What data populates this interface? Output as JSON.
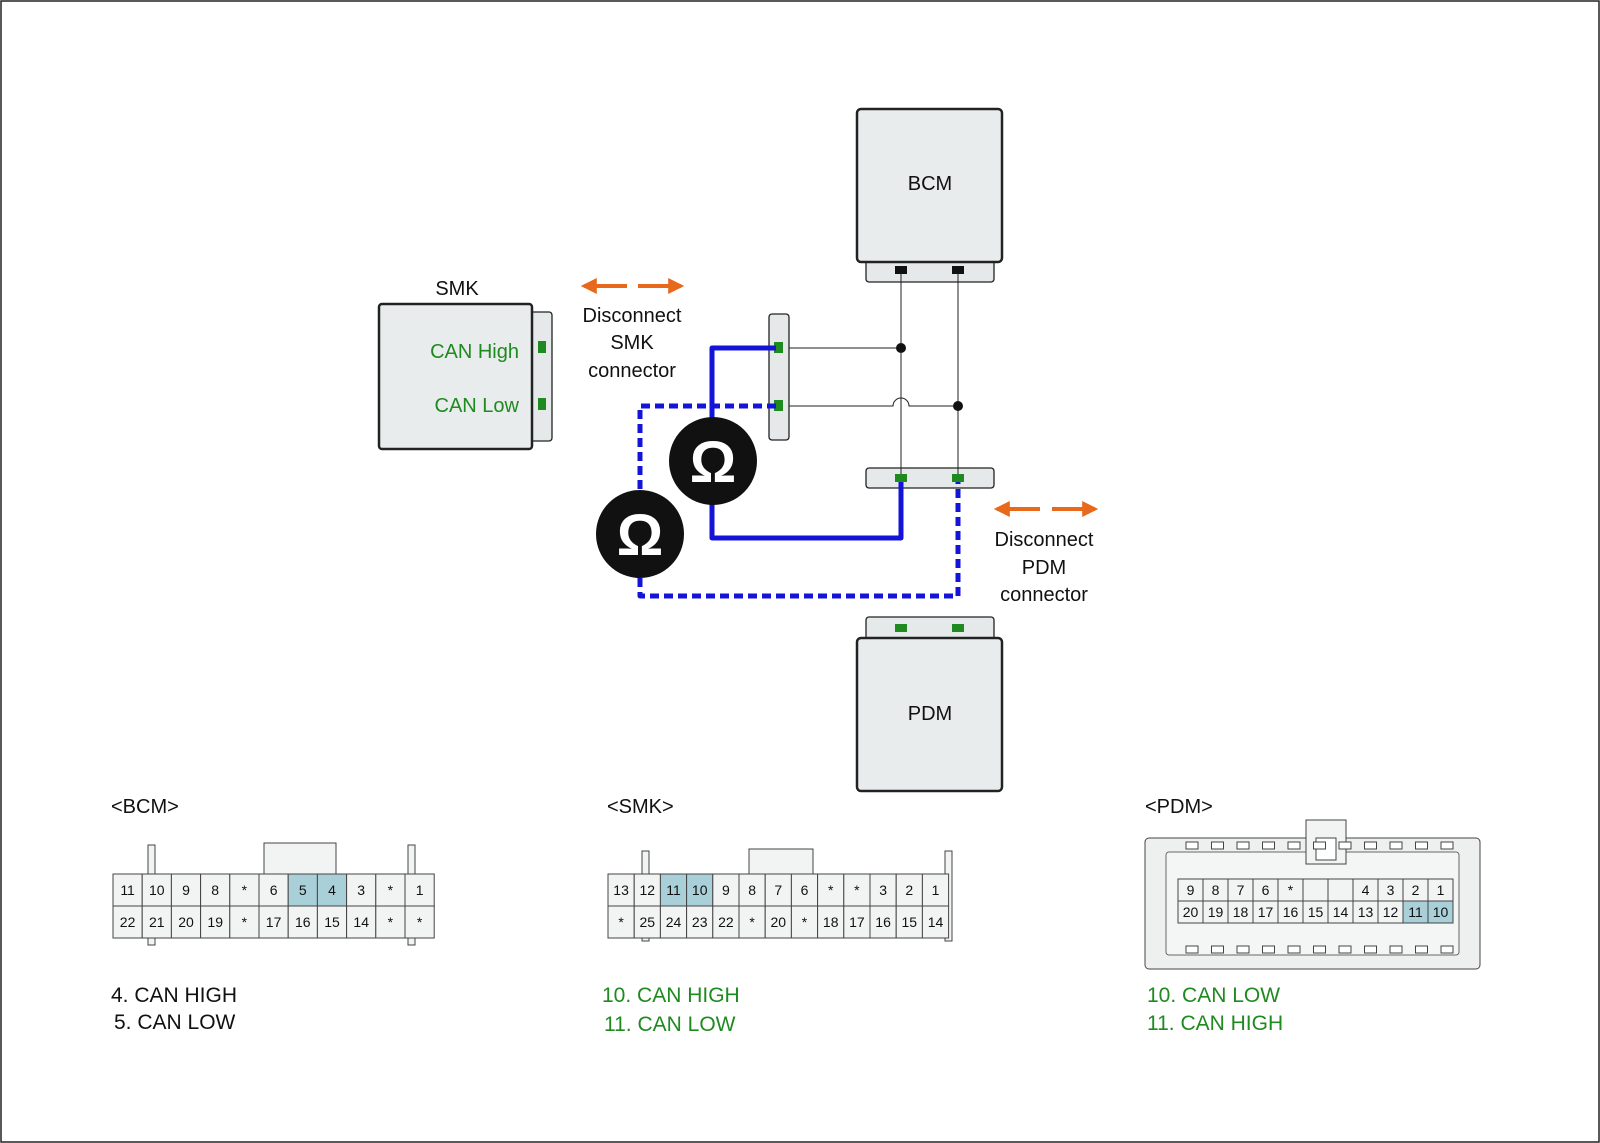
{
  "modules": {
    "bcm": {
      "label": "BCM"
    },
    "smk": {
      "label": "SMK",
      "can_high": "CAN High",
      "can_low": "CAN Low"
    },
    "pdm": {
      "label": "PDM"
    }
  },
  "instructions": {
    "smk": [
      "Disconnect",
      "SMK",
      "connector"
    ],
    "pdm": [
      "Disconnect",
      "PDM",
      "connector"
    ]
  },
  "meter_symbol": "Ω",
  "connectors": {
    "bcm": {
      "title": "<BCM>",
      "row1": [
        {
          "t": "11",
          "hl": false
        },
        {
          "t": "10",
          "hl": false
        },
        {
          "t": "9",
          "hl": false
        },
        {
          "t": "8",
          "hl": false
        },
        {
          "t": "*",
          "hl": false
        },
        {
          "t": "6",
          "hl": false
        },
        {
          "t": "5",
          "hl": true
        },
        {
          "t": "4",
          "hl": true
        },
        {
          "t": "3",
          "hl": false
        },
        {
          "t": "*",
          "hl": false
        },
        {
          "t": "1",
          "hl": false
        }
      ],
      "row2": [
        {
          "t": "22",
          "hl": false
        },
        {
          "t": "21",
          "hl": false
        },
        {
          "t": "20",
          "hl": false
        },
        {
          "t": "19",
          "hl": false
        },
        {
          "t": "*",
          "hl": false
        },
        {
          "t": "17",
          "hl": false
        },
        {
          "t": "16",
          "hl": false
        },
        {
          "t": "15",
          "hl": false
        },
        {
          "t": "14",
          "hl": false
        },
        {
          "t": "*",
          "hl": false
        },
        {
          "t": "*",
          "hl": false
        }
      ],
      "legend": [
        "4. CAN HIGH",
        "5. CAN LOW"
      ],
      "legend_color": "#111111"
    },
    "smk": {
      "title": "<SMK>",
      "row1": [
        {
          "t": "13",
          "hl": false
        },
        {
          "t": "12",
          "hl": false
        },
        {
          "t": "11",
          "hl": true
        },
        {
          "t": "10",
          "hl": true
        },
        {
          "t": "9",
          "hl": false
        },
        {
          "t": "8",
          "hl": false
        },
        {
          "t": "7",
          "hl": false
        },
        {
          "t": "6",
          "hl": false
        },
        {
          "t": "*",
          "hl": false
        },
        {
          "t": "*",
          "hl": false
        },
        {
          "t": "3",
          "hl": false
        },
        {
          "t": "2",
          "hl": false
        },
        {
          "t": "1",
          "hl": false
        }
      ],
      "row2": [
        {
          "t": "*",
          "hl": false
        },
        {
          "t": "25",
          "hl": false
        },
        {
          "t": "24",
          "hl": false
        },
        {
          "t": "23",
          "hl": false
        },
        {
          "t": "22",
          "hl": false
        },
        {
          "t": "*",
          "hl": false
        },
        {
          "t": "20",
          "hl": false
        },
        {
          "t": "*",
          "hl": false
        },
        {
          "t": "18",
          "hl": false
        },
        {
          "t": "17",
          "hl": false
        },
        {
          "t": "16",
          "hl": false
        },
        {
          "t": "15",
          "hl": false
        },
        {
          "t": "14",
          "hl": false
        }
      ],
      "legend": [
        "10. CAN HIGH",
        "11. CAN LOW"
      ],
      "legend_color": "#1f8a1f"
    },
    "pdm": {
      "title": "<PDM>",
      "row1": [
        {
          "t": "9",
          "hl": false
        },
        {
          "t": "8",
          "hl": false
        },
        {
          "t": "7",
          "hl": false
        },
        {
          "t": "6",
          "hl": false
        },
        {
          "t": "*",
          "hl": false
        },
        {
          "t": "",
          "hl": false
        },
        {
          "t": "",
          "hl": false
        },
        {
          "t": "4",
          "hl": false
        },
        {
          "t": "3",
          "hl": false
        },
        {
          "t": "2",
          "hl": false
        },
        {
          "t": "1",
          "hl": false
        }
      ],
      "row2": [
        {
          "t": "20",
          "hl": false
        },
        {
          "t": "19",
          "hl": false
        },
        {
          "t": "18",
          "hl": false
        },
        {
          "t": "17",
          "hl": false
        },
        {
          "t": "16",
          "hl": false
        },
        {
          "t": "15",
          "hl": false
        },
        {
          "t": "14",
          "hl": false
        },
        {
          "t": "13",
          "hl": false
        },
        {
          "t": "12",
          "hl": false
        },
        {
          "t": "11",
          "hl": true
        },
        {
          "t": "10",
          "hl": true
        }
      ],
      "legend": [
        "10. CAN LOW",
        "11. CAN HIGH"
      ],
      "legend_color": "#1f8a1f"
    }
  },
  "colors": {
    "harness": "#1414d8",
    "arrow": "#e8681c",
    "pin_green": "#1f8a1f",
    "pin_black": "#111111",
    "pin_highlight": "#a9cfd8",
    "module_fill": "#e9ecec"
  }
}
